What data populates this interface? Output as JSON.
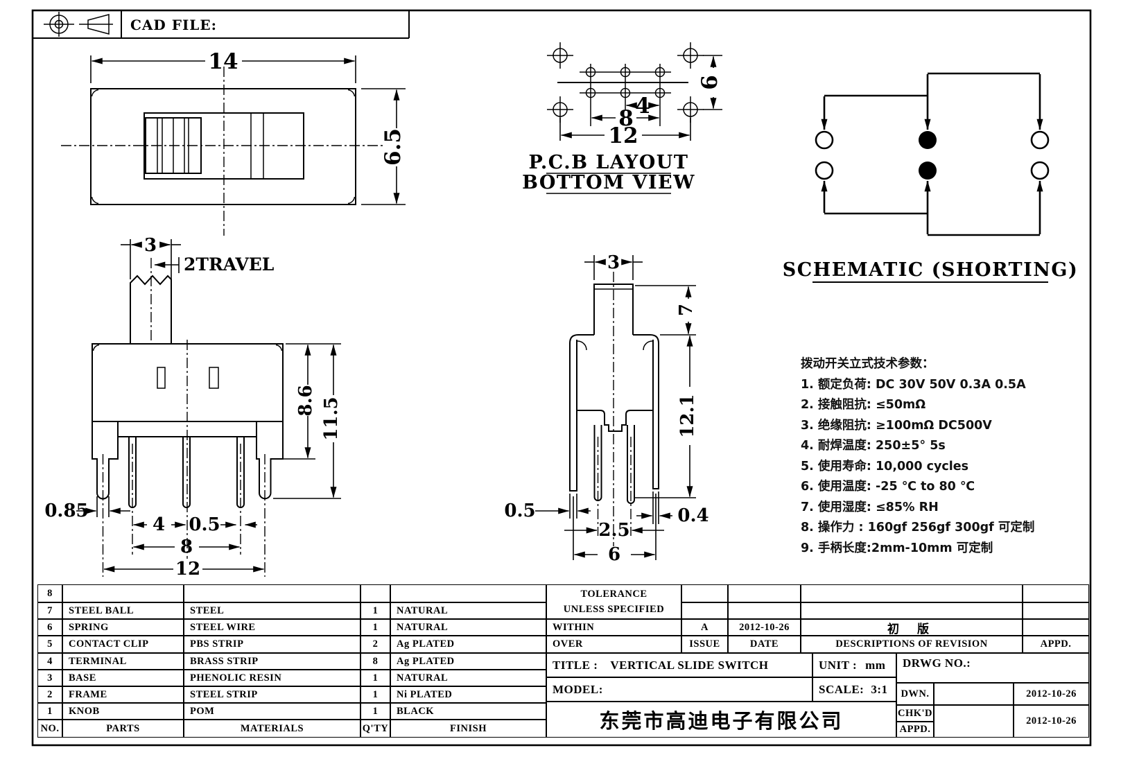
{
  "header": {
    "cad_file": "CAD FILE:"
  },
  "top_view": {
    "dim_width": "14",
    "dim_height": "6.5"
  },
  "pcb_view": {
    "dim_hole_pitch": "4",
    "dim_hole_span": "8",
    "dim_mount_span": "12",
    "dim_row_gap": "6",
    "title_line1": "P.C.B LAYOUT",
    "title_line2": "BOTTOM VIEW"
  },
  "schematic": {
    "title": "SCHEMATIC (SHORTING)"
  },
  "front_view": {
    "dim_knob_width": "3",
    "travel_label": "2TRAVEL",
    "dim_body_height": "8.6",
    "dim_total_height": "11.5",
    "dim_support_pin": "0.85",
    "dim_pin_pitch": "4",
    "dim_pin_width": "0.5",
    "dim_pin_span": "8",
    "dim_support_span": "12"
  },
  "side_view": {
    "dim_knob_width": "3",
    "dim_knob_height": "7",
    "dim_total_height": "12.1",
    "dim_left_leg": "0.5",
    "dim_right_leg": "0.4",
    "dim_pin_pitch": "2.5",
    "dim_leg_span": "6"
  },
  "notes": {
    "title": "拨动开关立式技术参数：",
    "items": [
      "1. 额定负荷: DC 30V    50V    0.3A    0.5A",
      "2. 接触阻抗: ≤50mΩ",
      "3. 绝缘阻抗: ≥100mΩ   DC500V",
      "4. 耐焊温度: 250±5°  5s",
      "5. 使用寿命: 10,000 cycles",
      "6. 使用温度: -25 ℃  to 80 ℃",
      "7. 使用湿度: ≤85% RH",
      "8. 操作力 : 160gf   256gf   300gf  可定制",
      "9. 手柄长度:2mm-10mm  可定制"
    ]
  },
  "parts_table": {
    "headers": {
      "no": "NO.",
      "parts": "PARTS",
      "materials": "MATERIALS",
      "qty": "Q'TY",
      "finish": "FINISH"
    },
    "rows": [
      {
        "no": "8",
        "parts": "",
        "materials": "",
        "qty": "",
        "finish": ""
      },
      {
        "no": "7",
        "parts": "STEEL BALL",
        "materials": "STEEL",
        "qty": "1",
        "finish": "NATURAL"
      },
      {
        "no": "6",
        "parts": "SPRING",
        "materials": "STEEL WIRE",
        "qty": "1",
        "finish": "NATURAL"
      },
      {
        "no": "5",
        "parts": "CONTACT CLIP",
        "materials": "PBS STRIP",
        "qty": "2",
        "finish": "Ag PLATED"
      },
      {
        "no": "4",
        "parts": "TERMINAL",
        "materials": "BRASS STRIP",
        "qty": "8",
        "finish": "Ag PLATED"
      },
      {
        "no": "3",
        "parts": "BASE",
        "materials": "PHENOLIC RESIN",
        "qty": "1",
        "finish": "NATURAL"
      },
      {
        "no": "2",
        "parts": "FRAME",
        "materials": "STEEL STRIP",
        "qty": "1",
        "finish": "Ni PLATED"
      },
      {
        "no": "1",
        "parts": "KNOB",
        "materials": "POM",
        "qty": "1",
        "finish": "BLACK"
      }
    ]
  },
  "title_block": {
    "tolerance_line1": "TOLERANCE",
    "tolerance_line2": "UNLESS  SPECIFIED",
    "within": "WITHIN",
    "over": "OVER",
    "issue_value": "A",
    "issue_label": "ISSUE",
    "date_value": "2012-10-26",
    "date_label": "DATE",
    "revision_value": "初  版",
    "revision_label": "DESCRIPTIONS OF REVISION",
    "appd_label": "APPD.",
    "title_label": "TITLE :",
    "title_value": "VERTICAL SLIDE SWITCH",
    "unit_label": "UNIT :",
    "unit_value": "mm",
    "drwg_label": "DRWG NO.:",
    "model_label": "MODEL:",
    "scale_label": "SCALE:",
    "scale_value": "3:1",
    "dwn_label": "DWN.",
    "dwn_date": "2012-10-26",
    "chkd_label": "CHK'D",
    "appd2_label": "APPD.",
    "chkd_date": "2012-10-26",
    "company": "东莞市高迪电子有限公司"
  }
}
